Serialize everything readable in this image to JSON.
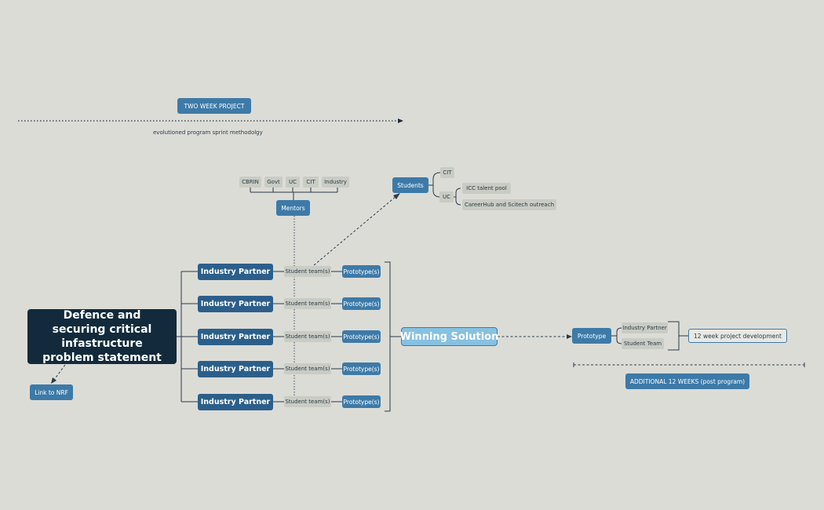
{
  "header": {
    "two_week_label": "TWO WEEK PROJECT",
    "methodology_label": "evolutioned program sprint methodolgy"
  },
  "central_topic": "Defence and securing critical infastructure problem statement",
  "nrf_link": "Link to NRF",
  "mentors": {
    "label": "Mentors",
    "sources": [
      "CBRIN",
      "Govt",
      "UC",
      "CIT",
      "Industry"
    ]
  },
  "students": {
    "label": "Students",
    "cit": "CIT",
    "uc": "UC",
    "uc_children": [
      "ICC talent pool",
      "CareerHub and Scitech outreach"
    ]
  },
  "rows": [
    {
      "partner": "Industry Partner",
      "team": "Student team(s)",
      "prototype": "Prototype(s)"
    },
    {
      "partner": "Industry Partner",
      "team": "Student team(s)",
      "prototype": "Prototype(s)"
    },
    {
      "partner": "Industry Partner",
      "team": "Student team(s)",
      "prototype": "Prototype(s)"
    },
    {
      "partner": "Industry Partner",
      "team": "Student team(s)",
      "prototype": "Prototype(s)"
    },
    {
      "partner": "Industry Partner",
      "team": "Student team(s)",
      "prototype": "Prototype(s)"
    }
  ],
  "winning_solution": "Winning Solution",
  "post_program": {
    "prototype": "Prototype",
    "industry_partner": "Industry Partner",
    "student_team": "Student Team",
    "development": "12 week project development",
    "additional_label": "ADDITIONAL 12 WEEKS (post program)"
  },
  "colors": {
    "background": "#dcdcd7",
    "central": "#122a3b",
    "partner": "#2b5f8a",
    "accent_blue": "#3d7aa8",
    "winning": "#87c1e1",
    "grey_node": "#c9ccc3",
    "line": "#2a3a48"
  }
}
